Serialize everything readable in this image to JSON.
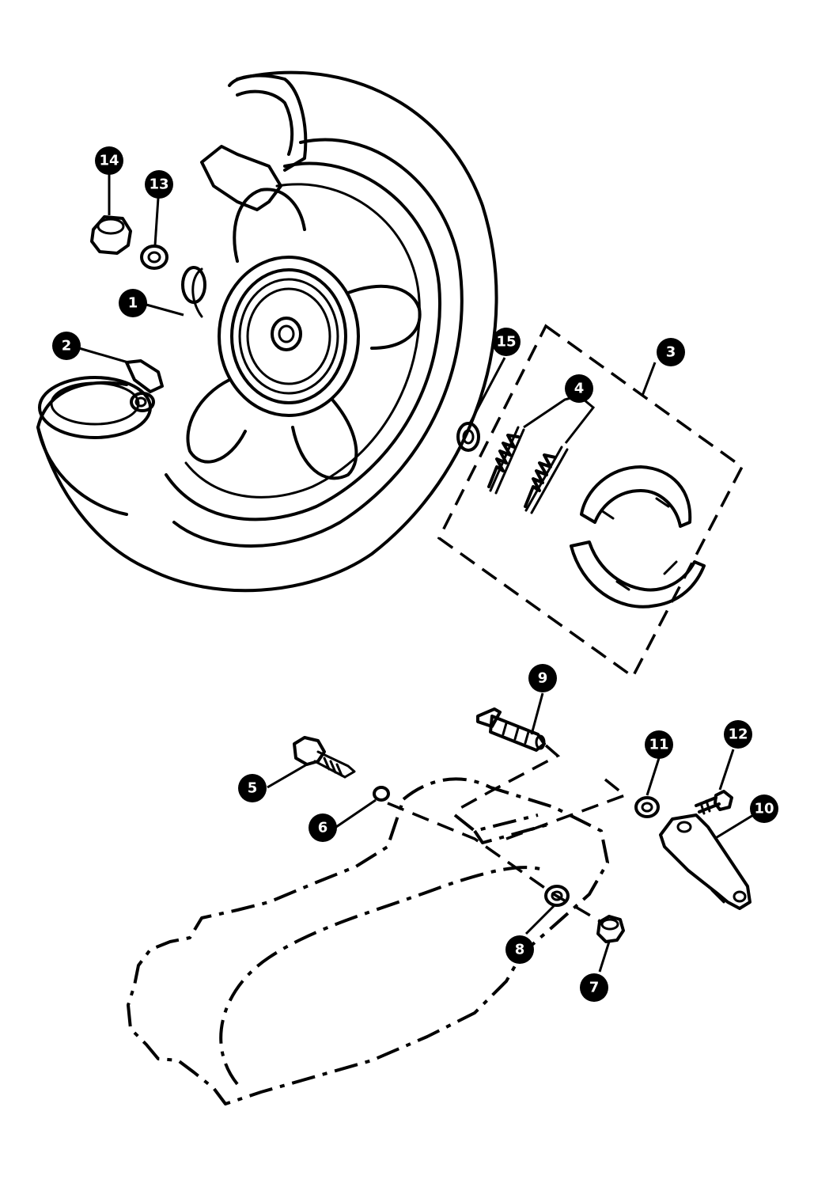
{
  "callouts": [
    {
      "label": "1"
    },
    {
      "label": "2"
    },
    {
      "label": "3"
    },
    {
      "label": "4"
    },
    {
      "label": "5"
    },
    {
      "label": "6"
    },
    {
      "label": "7"
    },
    {
      "label": "8"
    },
    {
      "label": "9"
    },
    {
      "label": "10"
    },
    {
      "label": "11"
    },
    {
      "label": "12"
    },
    {
      "label": "13"
    },
    {
      "label": "14"
    },
    {
      "label": "15"
    }
  ],
  "colors": {
    "ink": "#000000",
    "paper": "#ffffff",
    "badge_text": "#ffffff"
  }
}
